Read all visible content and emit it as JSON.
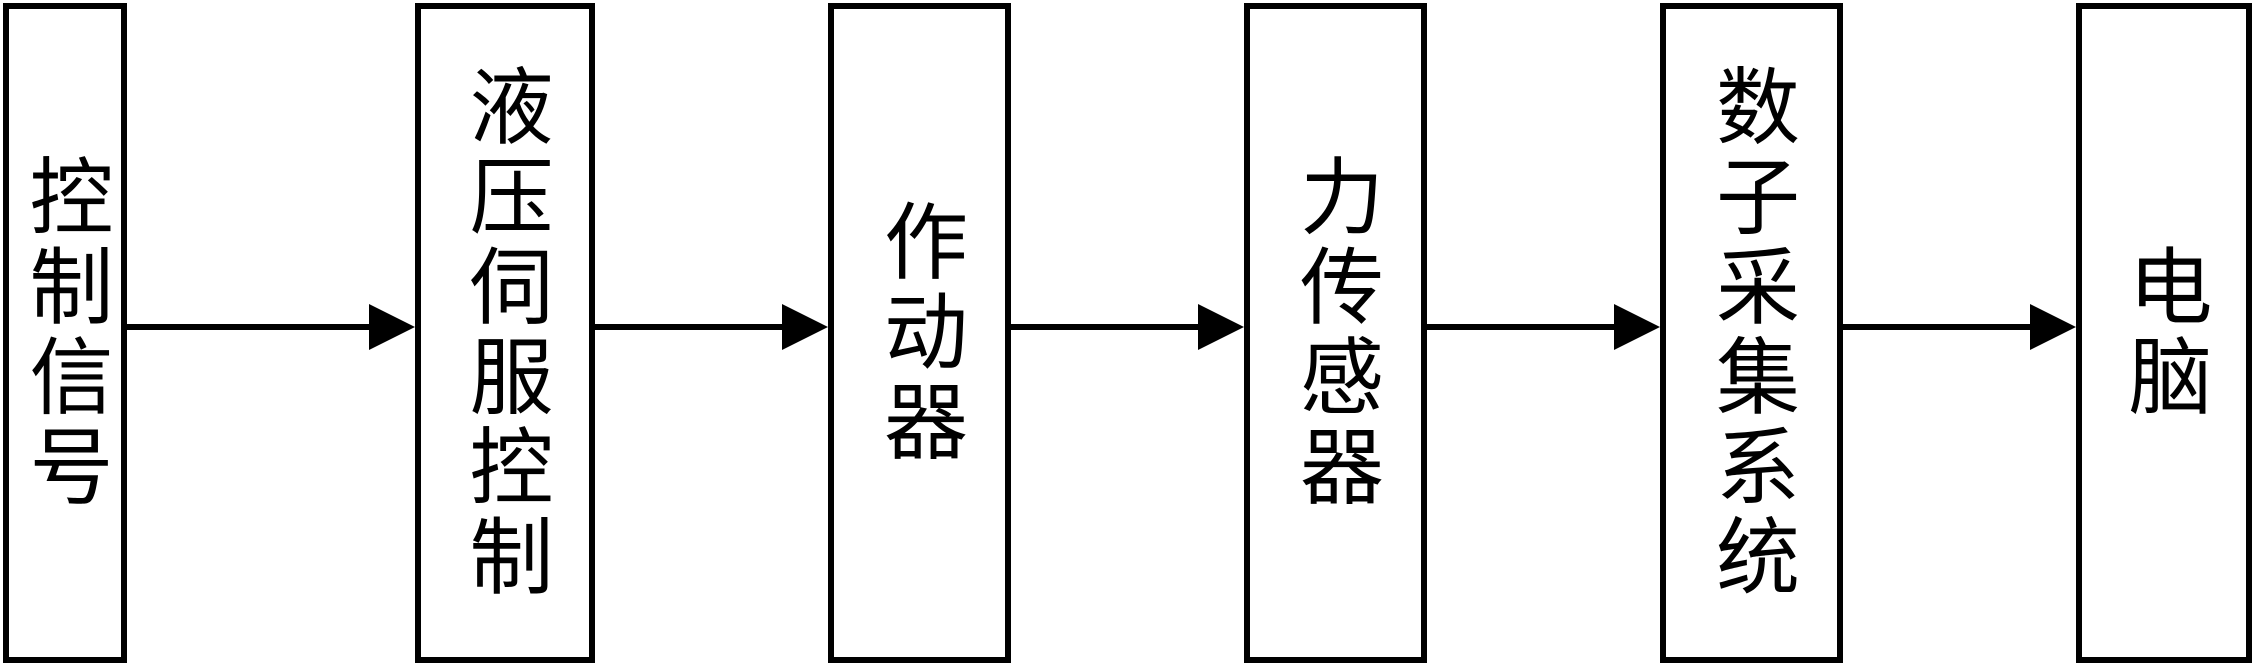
{
  "flow": {
    "blocks": [
      {
        "id": "control-signal",
        "label": "控制信号"
      },
      {
        "id": "hydraulic-servo",
        "label": "液压伺服控制"
      },
      {
        "id": "actuator",
        "label": "作动器"
      },
      {
        "id": "force-sensor",
        "label": "力传感器"
      },
      {
        "id": "data-acquisition",
        "label": "数子采集系统"
      },
      {
        "id": "computer",
        "label": "电脑"
      }
    ],
    "colors": {
      "stroke": "#000000",
      "background": "#ffffff"
    }
  }
}
